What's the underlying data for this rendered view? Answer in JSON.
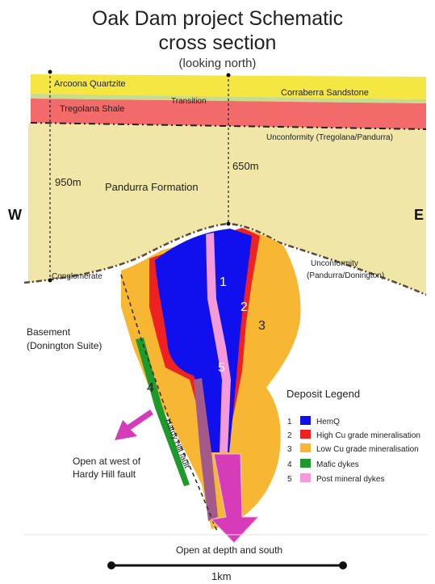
{
  "header": {
    "title_line1": "Oak Dam project Schematic",
    "title_line2": "cross section",
    "subtitle": "(looking north)"
  },
  "compass": {
    "west": "W",
    "east": "E"
  },
  "strata": {
    "arcoona": "Arcoona Quartzite",
    "corraberra": "Corraberra Sandstone",
    "transition": "Transition",
    "tregolana": "Tregolana Shale",
    "unconformity_upper": "Unconformity (Tregolana/Pandurra)",
    "pandurra": "Pandurra Formation",
    "conglomerate": "Conglomerate",
    "unconformity_lower_1": "Unconformity",
    "unconformity_lower_2": "(Pandurra/Donington)",
    "basement_1": "Basement",
    "basement_2": "(Donington Suite)"
  },
  "depths": {
    "left": "950m",
    "right": "650m"
  },
  "zone_numbers": [
    "1",
    "2",
    "3",
    "4",
    "5"
  ],
  "fault_label": "Hardy Hill fault",
  "arrows": {
    "west_1": "Open at west of",
    "west_2": "Hardy Hill fault",
    "depth": "Open at depth and south"
  },
  "legend": {
    "title": "Deposit Legend",
    "items": [
      {
        "num": "1",
        "label": "HemQ",
        "color": "#1010ee"
      },
      {
        "num": "2",
        "label": "High Cu grade mineralisation",
        "color": "#ee2222"
      },
      {
        "num": "3",
        "label": "Low Cu grade mineralisation",
        "color": "#f7b733"
      },
      {
        "num": "4",
        "label": "Mafic dykes",
        "color": "#1d9a2a"
      },
      {
        "num": "5",
        "label": "Post mineral dykes",
        "color": "#f59ad8"
      }
    ]
  },
  "scale_bar": {
    "label": "1km"
  },
  "colors": {
    "pandurra": "#f0e6a8",
    "yellow_band": "#f5e642",
    "transition_band": "#c8dc8c",
    "shale": "#f26a6a",
    "hemq": "#1010ee",
    "high_cu": "#ee2222",
    "low_cu": "#f7b733",
    "mafic": "#1d9a2a",
    "post_mineral": "#f59ad8",
    "arrow": "#d63bb8"
  }
}
